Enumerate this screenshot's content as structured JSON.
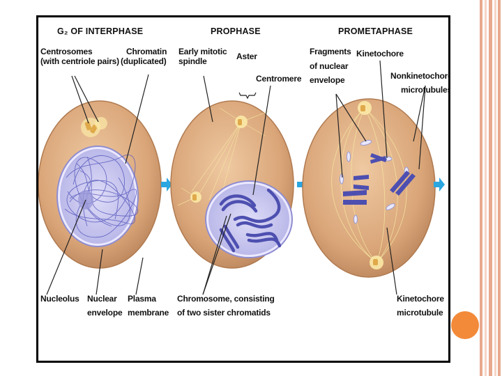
{
  "colors": {
    "stripe_dark": "#e8a98f",
    "stripe_light": "#f6d5c6",
    "accent_circle": "#f28a3a",
    "cell_fill": "#d9a578",
    "nucleus_fill": "#c9c8ef",
    "chromosome": "#5a5bbf",
    "arrow": "#2aa6e0"
  },
  "diagram": {
    "phases": {
      "g2": "G₂ OF INTERPHASE",
      "prophase": "PROPHASE",
      "prometaphase": "PROMETAPHASE"
    },
    "labels": {
      "centrosomes_1": "Centrosomes",
      "centrosomes_2": "(with centriole pairs)",
      "chromatin_1": "Chromatin",
      "chromatin_2": "(duplicated)",
      "early_spindle_1": "Early mitotic",
      "early_spindle_2": "spindle",
      "aster": "Aster",
      "centromere": "Centromere",
      "fragments_1": "Fragments",
      "fragments_2": "of nuclear",
      "fragments_3": "envelope",
      "kinetochore": "Kinetochore",
      "nonkinetochore_1": "Nonkinetochore",
      "nonkinetochore_2": "microtubules",
      "nucleolus": "Nucleolus",
      "nuclear_envelope_1": "Nuclear",
      "nuclear_envelope_2": "envelope",
      "plasma_membrane_1": "Plasma",
      "plasma_membrane_2": "membrane",
      "chromosome_1": "Chromosome, consisting",
      "chromosome_2": "of two sister chromatids",
      "kinetochore_mt_1": "Kinetochore",
      "kinetochore_mt_2": "microtubule"
    }
  }
}
